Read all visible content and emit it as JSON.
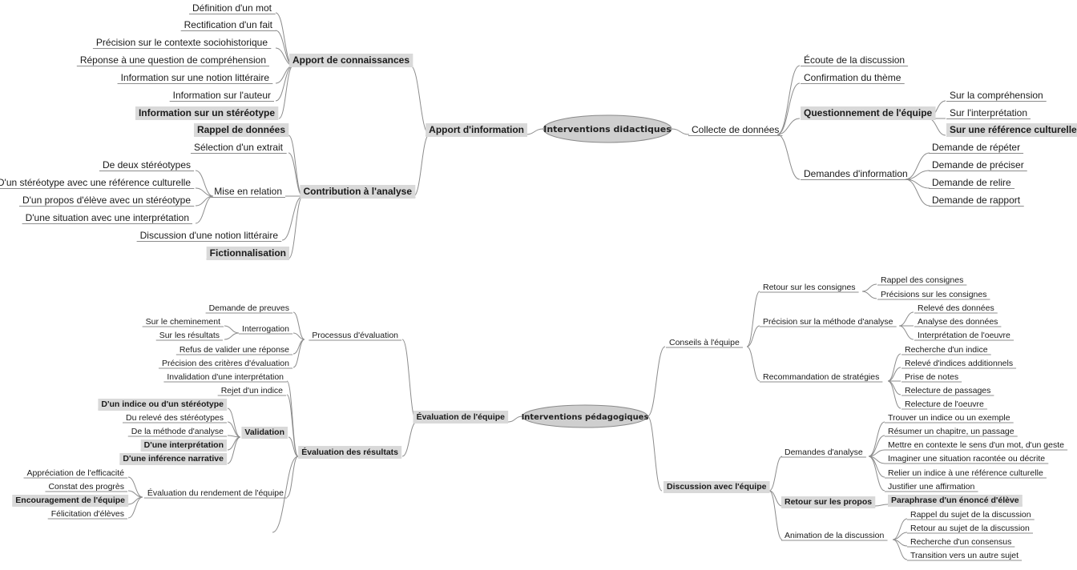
{
  "maps": [
    {
      "root": "Interventions didactiques",
      "branches": [
        {
          "label": "Apport d'information",
          "children": [
            {
              "label": "Apport de connaissances",
              "children": [
                {
                  "label": "Définition d'un mot"
                },
                {
                  "label": "Rectification d'un fait"
                },
                {
                  "label": "Précision sur le contexte sociohistorique"
                },
                {
                  "label": "Réponse à une question de compréhension"
                },
                {
                  "label": "Information sur une notion littéraire"
                },
                {
                  "label": "Information sur l'auteur"
                },
                {
                  "label": "Information sur un stéréotype"
                }
              ]
            },
            {
              "label": "Contribution à l'analyse",
              "children": [
                {
                  "label": "Rappel de données"
                },
                {
                  "label": "Sélection d'un extrait"
                },
                {
                  "label": "Mise en relation",
                  "children": [
                    {
                      "label": "De deux stéréotypes"
                    },
                    {
                      "label": "D'un stéréotype avec une référence culturelle"
                    },
                    {
                      "label": "D'un propos d'élève avec un stéréotype"
                    },
                    {
                      "label": "D'une situation avec une interprétation"
                    }
                  ]
                },
                {
                  "label": "Discussion d'une notion littéraire"
                },
                {
                  "label": "Fictionnalisation"
                }
              ]
            }
          ]
        },
        {
          "label": "Collecte de données",
          "children": [
            {
              "label": "Écoute de la discussion"
            },
            {
              "label": "Confirmation du thème"
            },
            {
              "label": "Questionnement de l'équipe",
              "children": [
                {
                  "label": "Sur la compréhension"
                },
                {
                  "label": "Sur l'interprétation"
                },
                {
                  "label": "Sur une référence culturelle"
                }
              ]
            },
            {
              "label": "Demandes d'information",
              "children": [
                {
                  "label": "Demande de répéter"
                },
                {
                  "label": "Demande de préciser"
                },
                {
                  "label": "Demande de relire"
                },
                {
                  "label": "Demande de rapport"
                }
              ]
            }
          ]
        }
      ]
    },
    {
      "root": "Interventions pédagogiques",
      "branches": [
        {
          "label": "Évaluation de l'équipe",
          "children": [
            {
              "label": "Processus d'évaluation",
              "children": [
                {
                  "label": "Demande de preuves"
                },
                {
                  "label": "Interrogation",
                  "children": [
                    {
                      "label": "Sur le cheminement"
                    },
                    {
                      "label": "Sur les résultats"
                    }
                  ]
                },
                {
                  "label": "Refus de valider une réponse"
                },
                {
                  "label": "Précision des critères d'évaluation"
                }
              ]
            },
            {
              "label": "Évaluation des résultats",
              "children": [
                {
                  "label": "Invalidation d'une interprétation"
                },
                {
                  "label": "Rejet d'un indice"
                },
                {
                  "label": "Validation",
                  "children": [
                    {
                      "label": "D'un indice ou d'un stéréotype"
                    },
                    {
                      "label": "Du relevé des stéréotypes"
                    },
                    {
                      "label": "De la méthode d'analyse"
                    },
                    {
                      "label": "D'une interprétation"
                    },
                    {
                      "label": "D'une inférence narrative"
                    }
                  ]
                },
                {
                  "label": "Évaluation du rendement de l'équipe",
                  "children": [
                    {
                      "label": "Appréciation de l'efficacité"
                    },
                    {
                      "label": "Constat des progrès"
                    },
                    {
                      "label": "Encouragement de l'équipe"
                    },
                    {
                      "label": "Félicitation d'élèves"
                    }
                  ]
                }
              ]
            }
          ]
        },
        {
          "label": "Conseils à l'équipe",
          "children": [
            {
              "label": "Retour sur les consignes",
              "children": [
                {
                  "label": "Rappel des consignes"
                },
                {
                  "label": "Précisions sur les consignes"
                }
              ]
            },
            {
              "label": "Précision sur la méthode d'analyse",
              "children": [
                {
                  "label": "Relevé des données"
                },
                {
                  "label": "Analyse des données"
                },
                {
                  "label": "Interprétation de l'oeuvre"
                }
              ]
            },
            {
              "label": "Recommandation de stratégies",
              "children": [
                {
                  "label": "Recherche d'un indice"
                },
                {
                  "label": "Relevé d'indices additionnels"
                },
                {
                  "label": "Prise de notes"
                },
                {
                  "label": "Relecture de passages"
                },
                {
                  "label": "Relecture de l'oeuvre"
                }
              ]
            }
          ]
        },
        {
          "label": "Discussion avec l'équipe",
          "children": [
            {
              "label": "Demandes d'analyse",
              "children": [
                {
                  "label": "Trouver un indice ou un exemple"
                },
                {
                  "label": "Résumer un chapitre, un passage"
                },
                {
                  "label": "Mettre en contexte le sens d'un mot, d'un geste"
                },
                {
                  "label": "Imaginer une situation racontée ou décrite"
                },
                {
                  "label": "Relier un indice à une référence culturelle"
                },
                {
                  "label": "Justifier une affirmation"
                }
              ]
            },
            {
              "label": "Retour sur les propos",
              "children": [
                {
                  "label": "Paraphrase d'un énoncé d'élève"
                }
              ]
            },
            {
              "label": "Animation de la discussion",
              "children": [
                {
                  "label": "Rappel du sujet de la discussion"
                },
                {
                  "label": "Retour au sujet de la discussion"
                },
                {
                  "label": "Recherche d'un consensus"
                },
                {
                  "label": "Transition vers un autre sujet"
                }
              ]
            }
          ]
        }
      ]
    }
  ]
}
